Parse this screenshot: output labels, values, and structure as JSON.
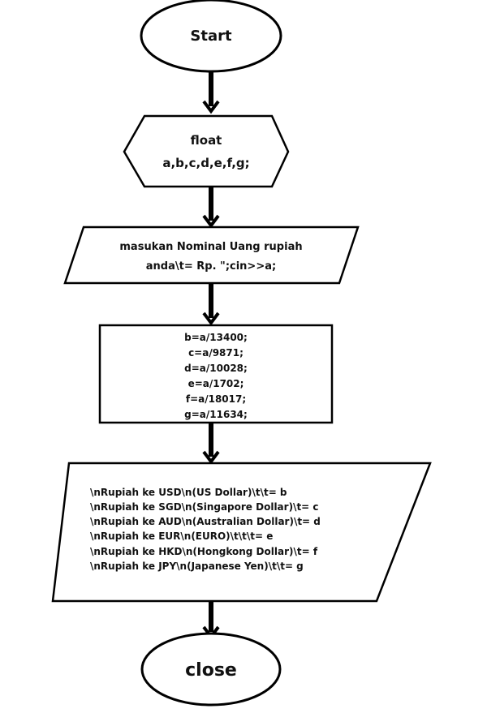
{
  "flowchart": {
    "start": {
      "label": "Start"
    },
    "declare": {
      "lines": [
        "float",
        "a,b,c,d,e,f,g;"
      ]
    },
    "input": {
      "lines": [
        "masukan Nominal Uang rupiah",
        "anda\\t= Rp. \";cin>>a;"
      ]
    },
    "process": {
      "lines": [
        "b=a/13400;",
        "c=a/9871;",
        "d=a/10028;",
        "e=a/1702;",
        "f=a/18017;",
        "g=a/11634;"
      ]
    },
    "output": {
      "lines": [
        "\\nRupiah ke USD\\n(US Dollar)\\t\\t= b",
        "\\nRupiah ke SGD\\n(Singapore Dollar)\\t= c",
        "\\nRupiah ke AUD\\n(Australian Dollar)\\t= d",
        "\\nRupiah ke EUR\\n(EURO)\\t\\t\\t= e",
        "\\nRupiah ke HKD\\n(Hongkong Dollar)\\t= f",
        "\\nRupiah ke JPY\\n(Japanese Yen)\\t\\t= g"
      ]
    },
    "end": {
      "label": "close"
    }
  }
}
